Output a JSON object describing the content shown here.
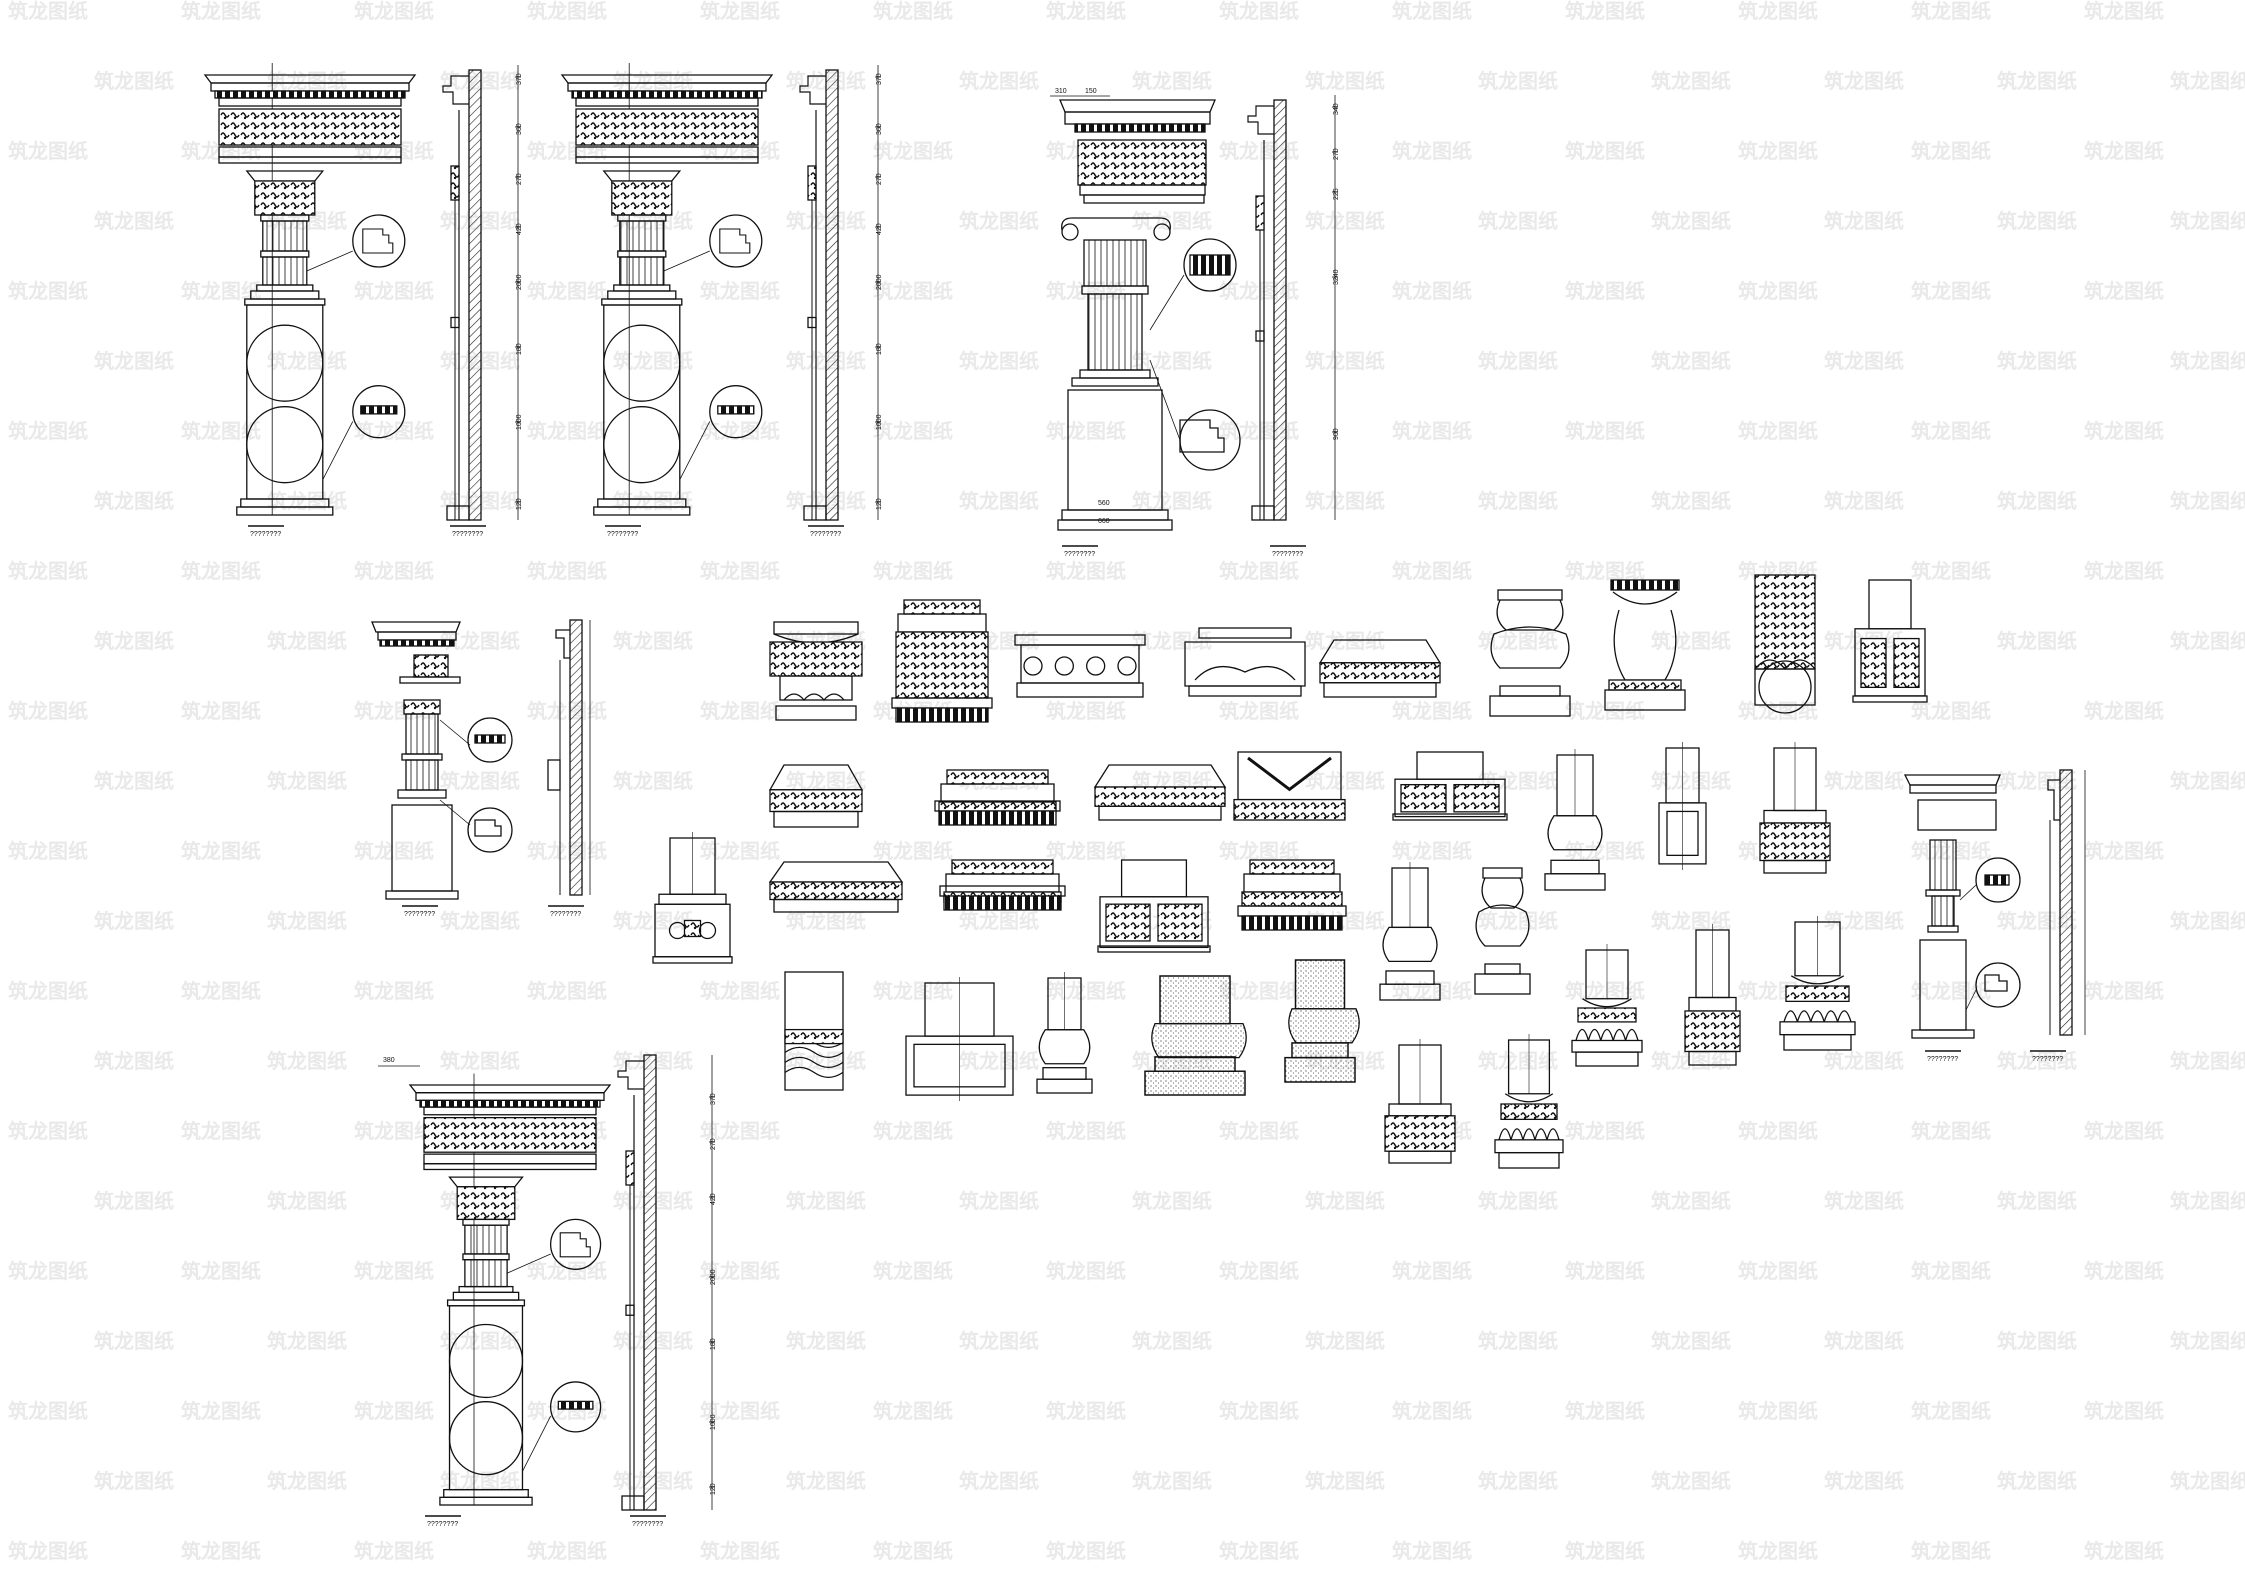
{
  "watermark": "筑龙图纸",
  "western_orders": [
    {
      "id": "order-1",
      "dims": [
        "370",
        "360",
        "270",
        "420",
        "2000",
        "180",
        "1000",
        "120"
      ],
      "dims_pos": [
        85,
        135,
        185,
        235,
        290,
        355,
        430,
        510
      ],
      "label": "????????"
    },
    {
      "id": "order-2",
      "dims": [
        "370",
        "360",
        "270",
        "420",
        "2000",
        "180",
        "1000",
        "120"
      ],
      "dims_pos": [
        85,
        135,
        185,
        235,
        290,
        355,
        430,
        510
      ],
      "label": "????????"
    },
    {
      "id": "order-3",
      "dims": [
        "340",
        "270",
        "225",
        "3240",
        "900"
      ],
      "dims_pos": [
        115,
        160,
        200,
        285,
        440
      ],
      "top_dims": [
        "310",
        "150"
      ],
      "base_dims": [
        "560",
        "660"
      ],
      "label": "????????"
    },
    {
      "id": "order-4",
      "dims": [],
      "dims_pos": [],
      "label": "????????"
    },
    {
      "id": "order-5",
      "dims": [
        "370",
        "270",
        "420",
        "2000",
        "180",
        "1000",
        "120"
      ],
      "dims_pos": [
        1105,
        1150,
        1205,
        1285,
        1350,
        1430,
        1495
      ],
      "top_dims": [
        "380"
      ],
      "label": "????????"
    },
    {
      "id": "order-6",
      "dims": [],
      "dims_pos": [],
      "label": "????????"
    }
  ],
  "bases": [
    {
      "id": "base-01",
      "style": "drum-lotus"
    },
    {
      "id": "base-02",
      "style": "stepped-carved"
    },
    {
      "id": "base-03",
      "style": "ball-band"
    },
    {
      "id": "base-04",
      "style": "scroll-block"
    },
    {
      "id": "base-05",
      "style": "low-plinth"
    },
    {
      "id": "base-06",
      "style": "vase"
    },
    {
      "id": "base-07",
      "style": "urn"
    },
    {
      "id": "base-08",
      "style": "cloud-shaft"
    },
    {
      "id": "base-09",
      "style": "panel-block"
    },
    {
      "id": "base-10",
      "style": "low-plinth"
    },
    {
      "id": "base-11",
      "style": "stepped-carved"
    },
    {
      "id": "base-12",
      "style": "low-plinth"
    },
    {
      "id": "base-13",
      "style": "chevron-block"
    },
    {
      "id": "base-14",
      "style": "panel-block"
    },
    {
      "id": "base-15",
      "style": "moulded-shaft"
    },
    {
      "id": "base-16",
      "style": "plain-shaft"
    },
    {
      "id": "base-17",
      "style": "carved-shaft"
    },
    {
      "id": "base-18",
      "style": "low-plinth"
    },
    {
      "id": "base-19",
      "style": "stepped-carved"
    },
    {
      "id": "base-20",
      "style": "panel-block"
    },
    {
      "id": "base-21",
      "style": "stepped-carved"
    },
    {
      "id": "base-22",
      "style": "panel-shaft"
    },
    {
      "id": "base-23",
      "style": "moulded-shaft"
    },
    {
      "id": "base-24",
      "style": "vase"
    },
    {
      "id": "base-25",
      "style": "wave-shaft"
    },
    {
      "id": "base-26",
      "style": "plain-shaft"
    },
    {
      "id": "base-27",
      "style": "moulded-shaft"
    },
    {
      "id": "base-28",
      "style": "stone-shaft"
    },
    {
      "id": "base-29",
      "style": "stone-shaft"
    },
    {
      "id": "base-30",
      "style": "carved-shaft"
    },
    {
      "id": "base-31",
      "style": "lotus-shaft"
    },
    {
      "id": "base-32",
      "style": "carved-shaft"
    },
    {
      "id": "base-33",
      "style": "lotus-shaft"
    },
    {
      "id": "base-34",
      "style": "lotus-shaft"
    }
  ]
}
